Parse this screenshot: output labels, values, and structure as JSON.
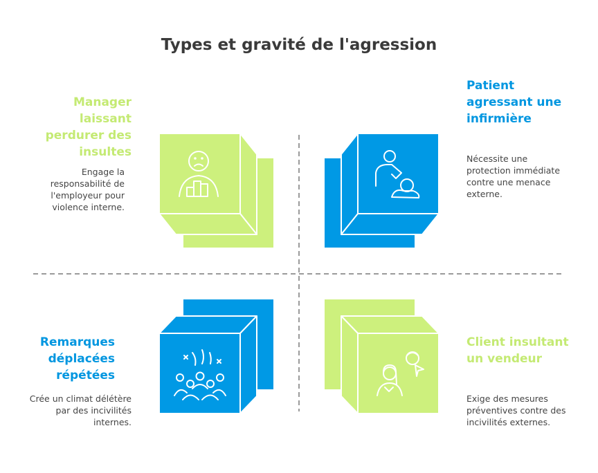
{
  "title": "Types et gravité de l'agression",
  "colors": {
    "green": "#cdf07d",
    "green_dark": "#c4ea73",
    "blue": "#0099e5",
    "text": "#3a3a3a",
    "divider": "#9a9a9a"
  },
  "quadrants": [
    {
      "id": "top-left",
      "heading": "Manager laissant perdurer des insultes",
      "description": "Engage la responsabilité de l'employeur pour violence interne.",
      "color": "green",
      "icon": "manager-podium-icon"
    },
    {
      "id": "top-right",
      "heading": "Patient agressant une infirmière",
      "description": "Nécessite une protection immédiate contre une menace externe.",
      "color": "blue",
      "icon": "nurse-patient-icon"
    },
    {
      "id": "bottom-left",
      "heading": "Remarques déplacées répétées",
      "description": "Crée un climat délétère par des incivilités internes.",
      "color": "blue",
      "icon": "group-remarks-icon"
    },
    {
      "id": "bottom-right",
      "heading": "Client insultant un vendeur",
      "description": "Exige des mesures préventives contre des incivilités externes.",
      "color": "green",
      "icon": "client-seller-icon"
    }
  ]
}
